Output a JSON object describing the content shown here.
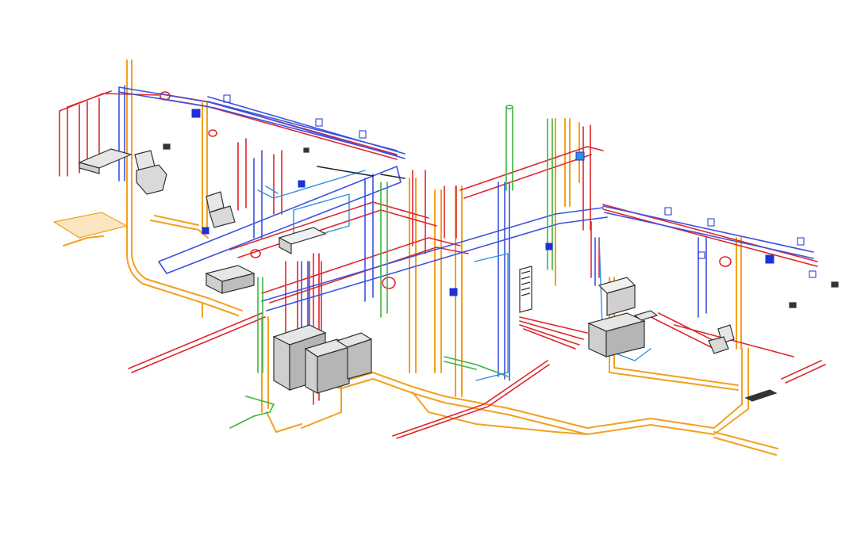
{
  "figure": {
    "kind": "isometric MEP plumbing and HVAC pipe network",
    "background": "#ffffff"
  },
  "colors": {
    "drainage": "#f2a11e",
    "cold_water": "#3b52e0",
    "hot_water": "#e0262b",
    "duct_outline": "#e0262b",
    "gas": "#3fb43f",
    "vent": "#5fbf6a",
    "chilled": "#2f8fe0",
    "equipment": "#333333",
    "equipment_fill": "#e6e6e6",
    "terminal": "#1f2fd6"
  },
  "systems": [
    {
      "id": "drainage",
      "icon": "drain-pipe-icon"
    },
    {
      "id": "cold_water",
      "icon": "cold-water-pipe-icon"
    },
    {
      "id": "hot_water",
      "icon": "hot-water-pipe-icon"
    },
    {
      "id": "ventilation_duct",
      "icon": "duct-icon"
    },
    {
      "id": "gas",
      "icon": "gas-pipe-icon"
    },
    {
      "id": "chilled_water",
      "icon": "chilled-pipe-icon"
    }
  ],
  "fixtures": [
    {
      "id": "washbasin-left",
      "icon": "washbasin-icon"
    },
    {
      "id": "toilet-left",
      "icon": "toilet-icon"
    },
    {
      "id": "shower-tray",
      "icon": "shower-tray-icon"
    },
    {
      "id": "toilet-center",
      "icon": "toilet-icon"
    },
    {
      "id": "bathtub",
      "icon": "bathtub-icon"
    },
    {
      "id": "boiler-1",
      "icon": "boiler-icon"
    },
    {
      "id": "boiler-2",
      "icon": "boiler-icon"
    },
    {
      "id": "water-tank",
      "icon": "tank-icon"
    },
    {
      "id": "manifold",
      "icon": "manifold-icon"
    },
    {
      "id": "washbasin-right",
      "icon": "washbasin-icon"
    },
    {
      "id": "toilet-right",
      "icon": "toilet-icon"
    },
    {
      "id": "floor-drain",
      "icon": "floor-drain-icon"
    }
  ]
}
